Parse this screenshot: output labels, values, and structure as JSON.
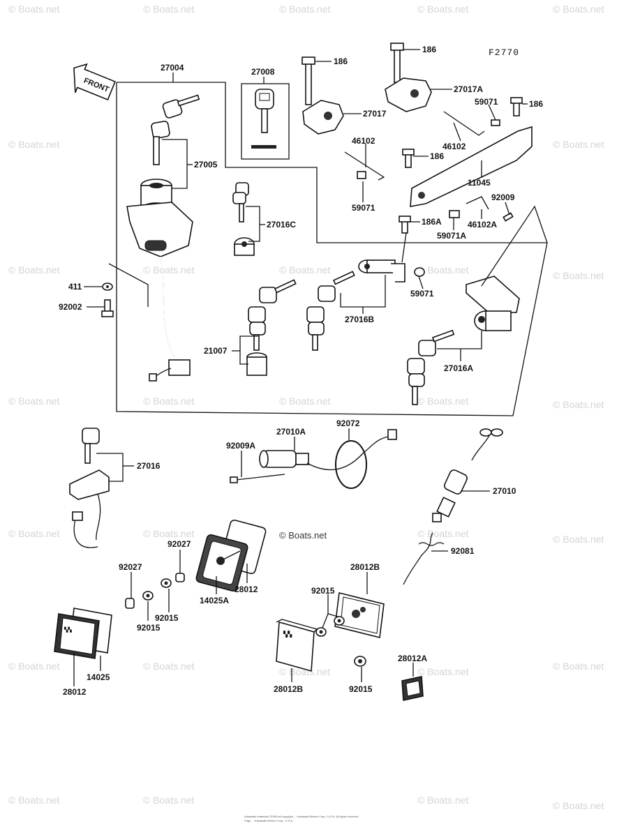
{
  "figure_code": "F2770",
  "front_label": "FRONT",
  "watermark": "© Boats.net",
  "center_credit": "© Boats.net",
  "copyright_line1": "Kawasaki materials ©1996 all copyright ... Kawasaki Motors Corp., U.S.A. All rights reserved.",
  "copyright_line2": "Page ... Kawasaki Motors Corp., U.S.A.",
  "parts": {
    "p27004": "27004",
    "p27008": "27008",
    "p27005": "27005",
    "p186_a": "186",
    "p186_b": "186",
    "p186_c": "186",
    "p186_d": "186",
    "p186A": "186A",
    "p27017": "27017",
    "p27017A": "27017A",
    "p59071_a": "59071",
    "p59071_b": "59071",
    "p59071_c": "59071",
    "p59071A": "59071A",
    "p46102_a": "46102",
    "p46102_b": "46102",
    "p46102A": "46102A",
    "p11045": "11045",
    "p92009": "92009",
    "p92009A": "92009A",
    "p27016C": "27016C",
    "p411": "411",
    "p92002": "92002",
    "p21007": "21007",
    "p27016B": "27016B",
    "p27016A": "27016A",
    "p27016": "27016",
    "p27010A": "27010A",
    "p92072": "92072",
    "p27010": "27010",
    "p92081": "92081",
    "p92027_a": "92027",
    "p92027_b": "92027",
    "p28012_a": "28012",
    "p28012_b": "28012",
    "p14025A": "14025A",
    "p14025": "14025",
    "p92015_a": "92015",
    "p92015_b": "92015",
    "p92015_c": "92015",
    "p92015_d": "92015",
    "p28012B_a": "28012B",
    "p28012B_b": "28012B",
    "p28012A": "28012A"
  }
}
